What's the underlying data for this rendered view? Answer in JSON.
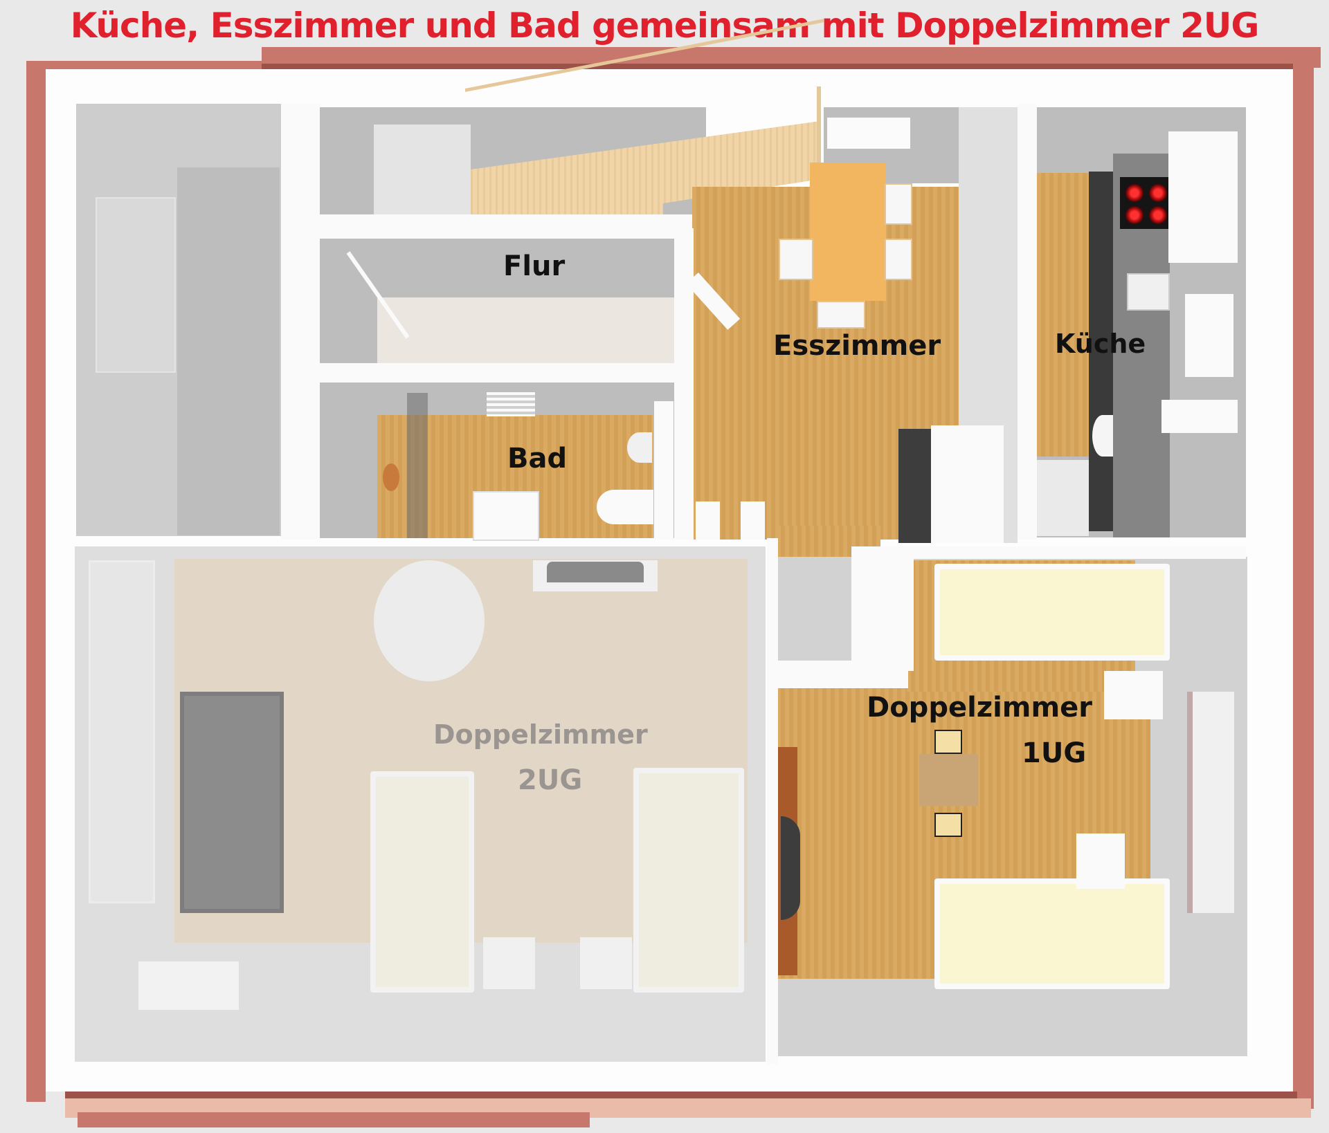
{
  "title": "Küche, Esszimmer und Bad gemeinsam mit Doppelzimmer 2UG",
  "colors": {
    "title_text": "#e0202c",
    "wall_rim": "#c7776c",
    "wood_floor": "#d9a55a",
    "stair_wood": "#f0d3a2",
    "room_gray": "#cdcdcd",
    "faded_floor": "#e2d7c6",
    "bed_linen": "#fbf6d2",
    "hob_burner": "#ff3030"
  },
  "rooms": {
    "flur": {
      "label": "Flur"
    },
    "esszimmer": {
      "label": "Esszimmer"
    },
    "kueche": {
      "label": "Küche"
    },
    "bad": {
      "label": "Bad"
    },
    "doppelzimmer_1ug": {
      "label_line1": "Doppelzimmer",
      "label_line2": "1UG"
    },
    "doppelzimmer_2ug": {
      "label_line1": "Doppelzimmer",
      "label_line2": "2UG"
    }
  }
}
